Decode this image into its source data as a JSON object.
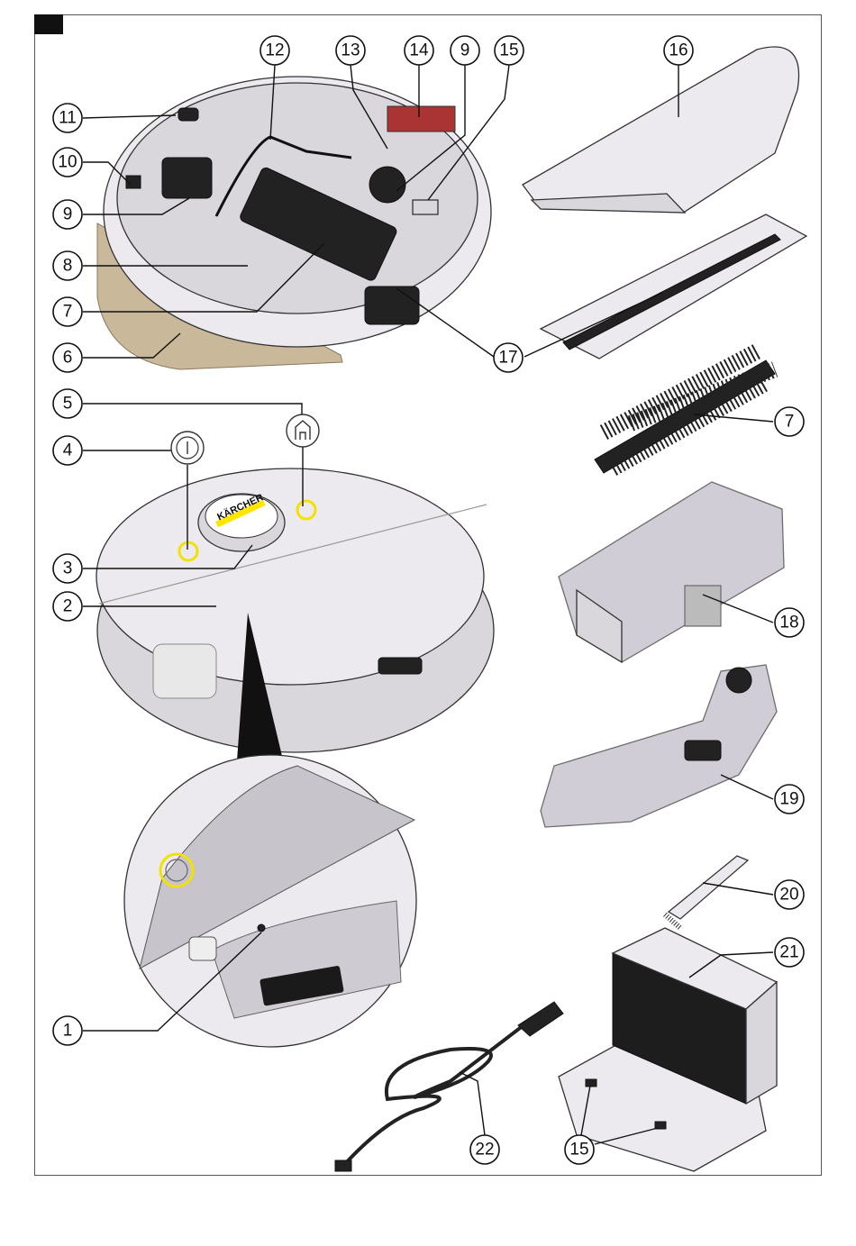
{
  "brand": "KÄRCHER",
  "callouts": {
    "c1": "1",
    "c2": "2",
    "c3": "3",
    "c4": "4",
    "c5": "5",
    "c6": "6",
    "c7a": "7",
    "c7b": "7",
    "c8": "8",
    "c9a": "9",
    "c9b": "9",
    "c10": "10",
    "c11": "11",
    "c12": "12",
    "c13": "13",
    "c14": "14",
    "c15a": "15",
    "c15b": "15",
    "c16": "16",
    "c17": "17",
    "c18": "18",
    "c19": "19",
    "c20": "20",
    "c21": "21",
    "c22": "22"
  },
  "symbols": {
    "power": "power-symbol",
    "home": "home-symbol"
  },
  "colors": {
    "highlight": "#f2e200",
    "brand_yellow": "#ffe600",
    "pad": "#c9b89a"
  }
}
